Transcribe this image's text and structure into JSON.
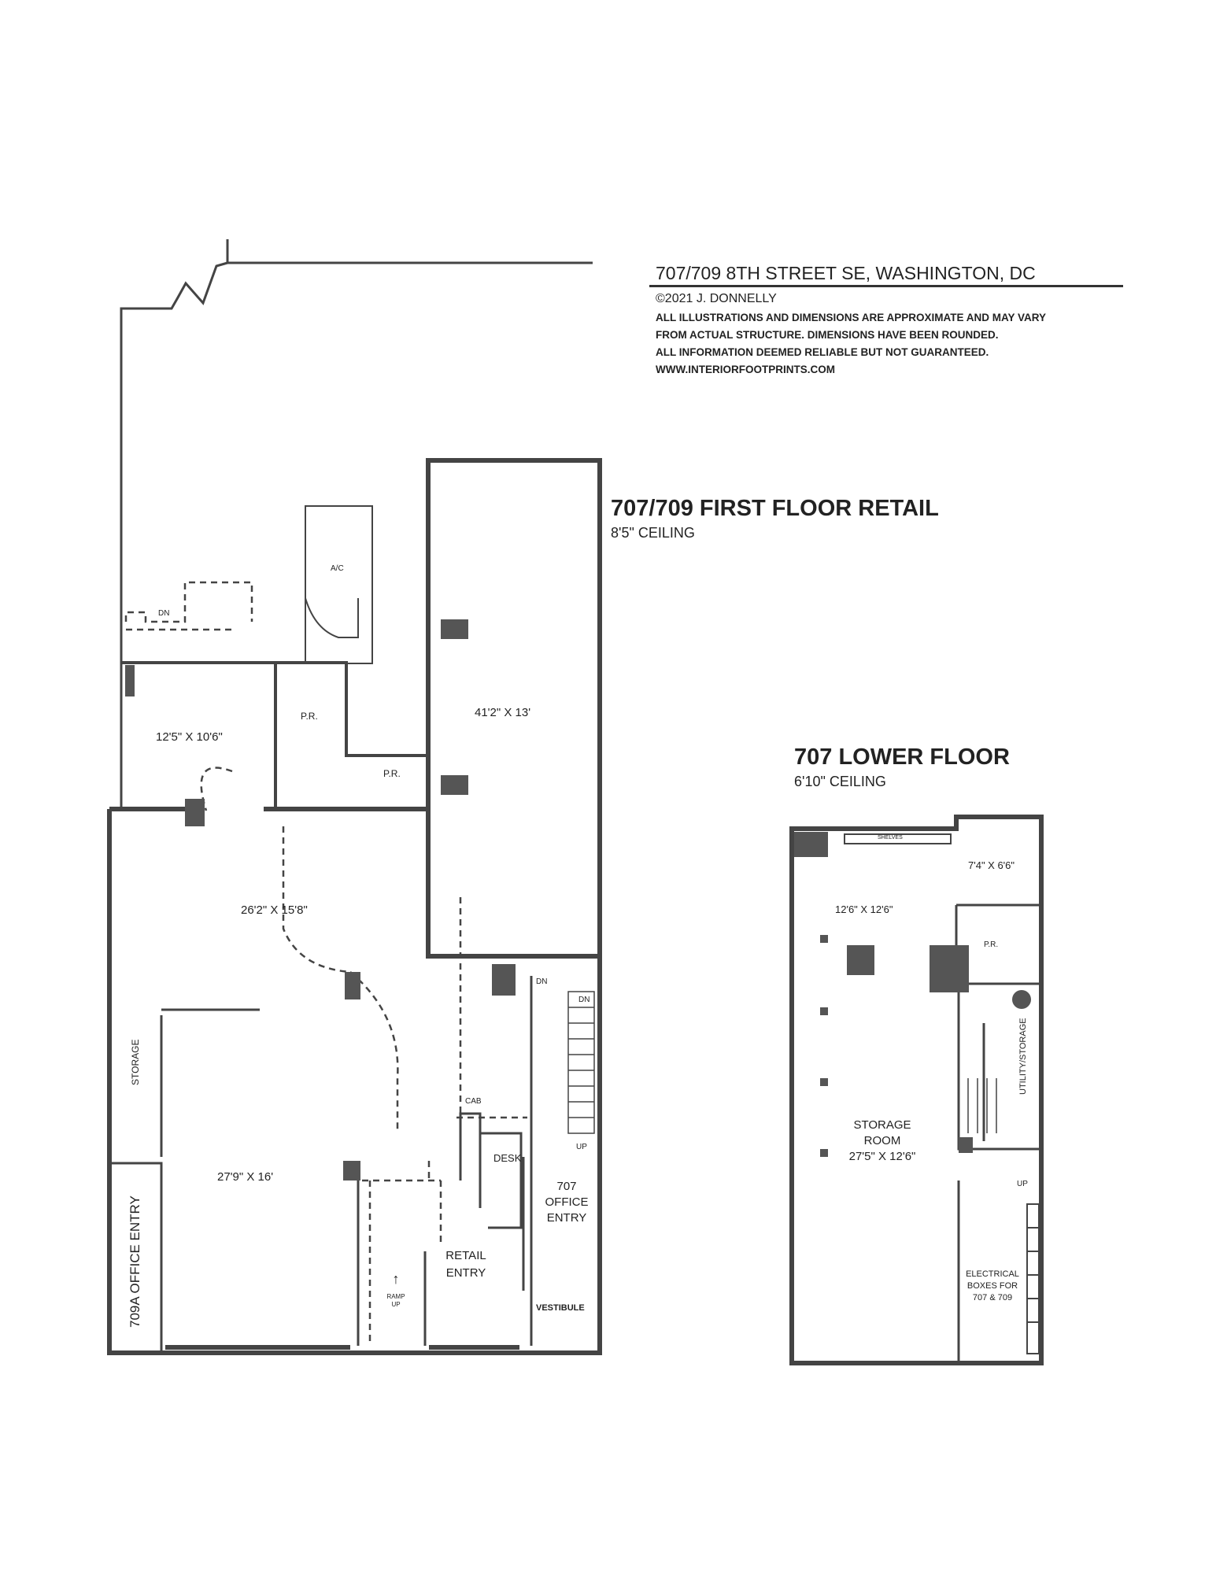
{
  "header": {
    "address": "707/709 8TH STREET SE, WASHINGTON, DC",
    "copyright": "©2021 J. DONNELLY",
    "disclaimer": [
      "ALL ILLUSTRATIONS AND DIMENSIONS ARE APPROXIMATE AND MAY VARY",
      "FROM ACTUAL STRUCTURE. DIMENSIONS HAVE BEEN ROUNDED.",
      "ALL INFORMATION DEEMED RELIABLE BUT NOT GUARANTEED.",
      "WWW.INTERIORFOOTPRINTS.COM"
    ]
  },
  "first_floor": {
    "title": "707/709 FIRST FLOOR RETAIL",
    "ceiling": "8'5\" CEILING",
    "labels": {
      "ac": "A/C",
      "dn1": "DN",
      "room_a": "12'5\" X 10'6\"",
      "pr1": "P.R.",
      "pr2": "P.R.",
      "room_b": "41'2\" X 13'",
      "room_c": "26'2\" X 15'8\"",
      "dn2": "DN",
      "dn3": "DN",
      "storage": "STORAGE",
      "cab": "CAB",
      "desk": "DESK",
      "room_d": "27'9\" X 16'",
      "up": "UP",
      "office_707_1": "707",
      "office_707_2": "OFFICE",
      "office_707_3": "ENTRY",
      "retail_1": "RETAIL",
      "retail_2": "ENTRY",
      "ramp_1": "RAMP",
      "ramp_2": "UP",
      "vestibule": "VESTIBULE",
      "office_709a": "709A OFFICE ENTRY"
    }
  },
  "lower_floor": {
    "title": "707 LOWER FLOOR",
    "ceiling": "6'10\" CEILING",
    "labels": {
      "shelves": "SHELVES",
      "room_a": "7'4\" X 6'6\"",
      "room_b": "12'6\" X 12'6\"",
      "pr": "P.R.",
      "utility": "UTILITY/STORAGE",
      "storage_1": "STORAGE",
      "storage_2": "ROOM",
      "storage_dim": "27'5\" X 12'6\"",
      "up": "UP",
      "elec_1": "ELECTRICAL",
      "elec_2": "BOXES FOR",
      "elec_3": "707 & 709"
    }
  },
  "colors": {
    "wall": "#4a4a4a",
    "column": "#555555",
    "line": "#333333"
  }
}
